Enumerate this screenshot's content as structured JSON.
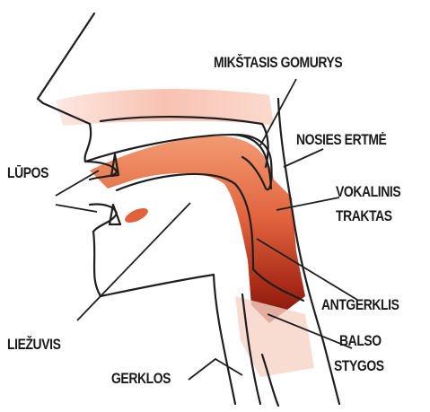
{
  "labels": {
    "soft_palate": "MIKŠTASIS GOMURYS",
    "nasal_cavity": "NOSIES ERTMĖ",
    "lips": "LŪPOS",
    "vocal_tract_line1": "VOKALINIS",
    "vocal_tract_line2": "TRAKTAS",
    "epiglottis": "ANTGERKLIS",
    "vocal_cords_line1": "BALSO",
    "vocal_cords_line2": "STYGOS",
    "tongue": "LIEŽUVIS",
    "larynx": "GERKLOS"
  },
  "colors": {
    "outline": "#1f1f1f",
    "nasal_tint": "#f7c6b8",
    "vocal_tract_light": "#f08a63",
    "vocal_tract_dark": "#8e1a10",
    "throat_tint": "#f7d3c6"
  }
}
